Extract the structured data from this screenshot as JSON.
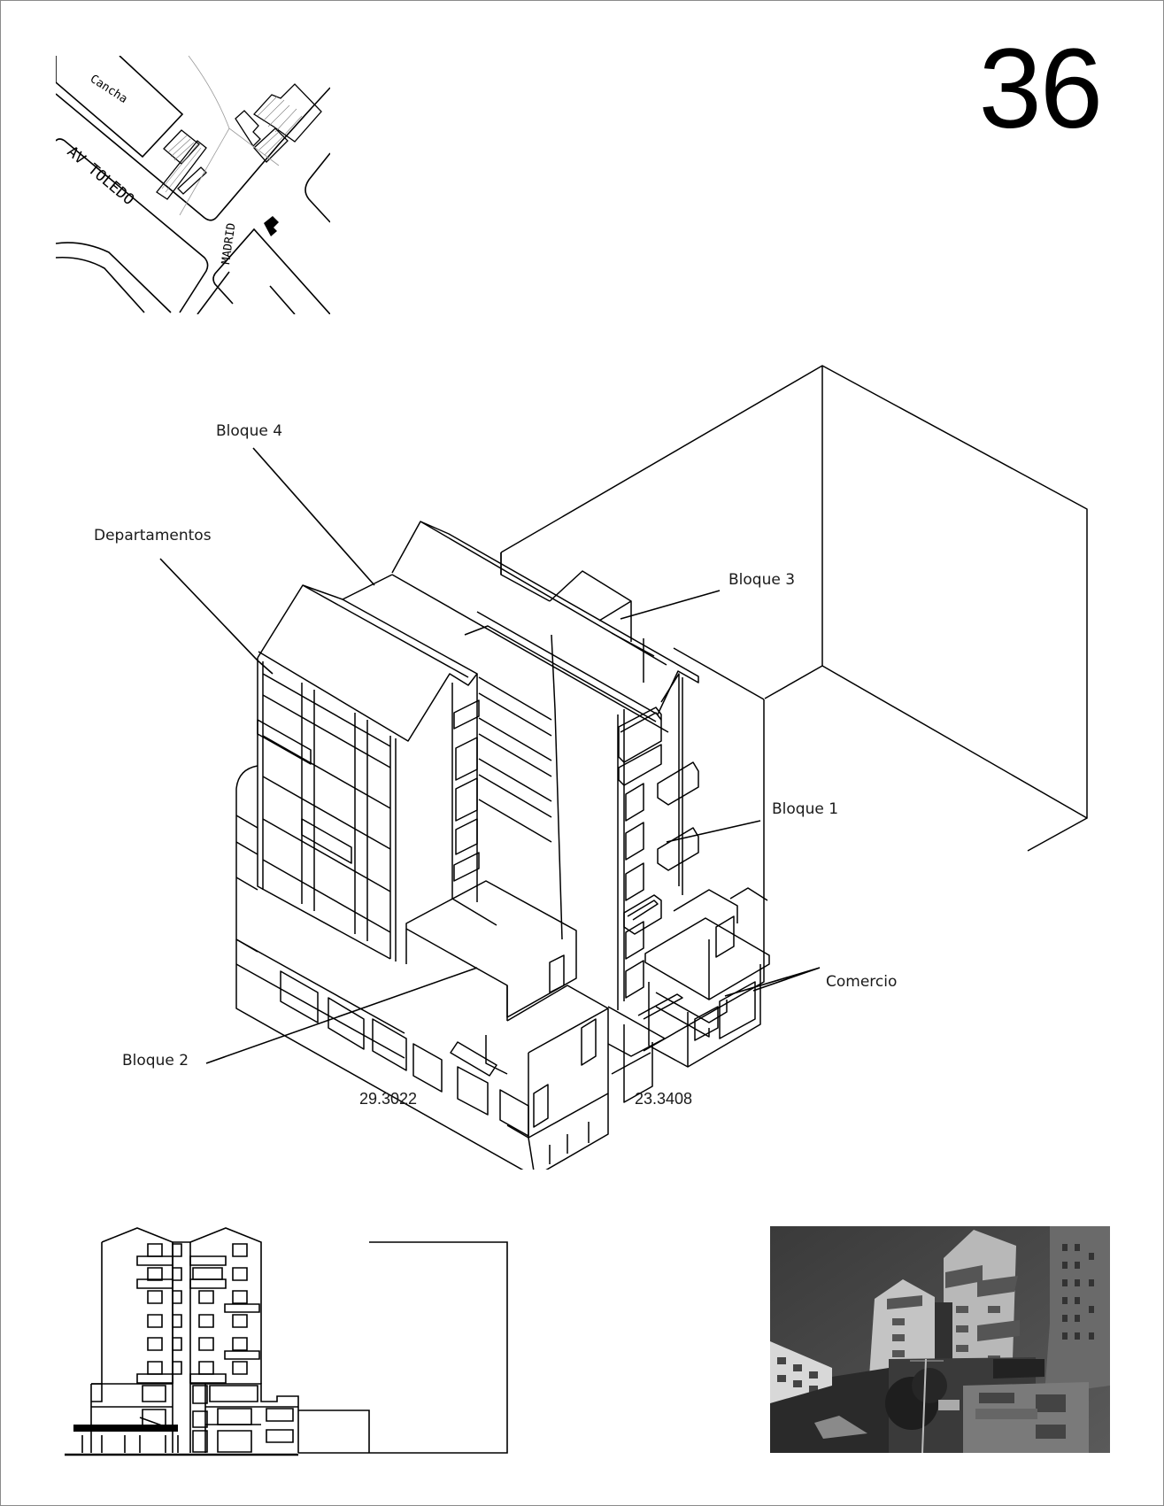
{
  "page": {
    "number": "36"
  },
  "site_plan": {
    "labels": {
      "field": "Cancha",
      "avenue": "AV TOLEDO",
      "street": "MADRID"
    }
  },
  "axonometric": {
    "labels": {
      "block4": "Bloque 4",
      "apartments": "Departamentos",
      "block3": "Bloque 3",
      "block1": "Bloque 1",
      "commerce": "Comercio",
      "block2": "Bloque 2"
    },
    "dimensions": {
      "left_facade": "29.3022",
      "right_facade": "23.3408"
    }
  },
  "elevation": {
    "description": "Street elevation line drawing"
  },
  "photo": {
    "description": "Black and white street photograph of the building"
  },
  "colors": {
    "line": "#000000",
    "background": "#ffffff",
    "border": "#8a8a8a"
  }
}
